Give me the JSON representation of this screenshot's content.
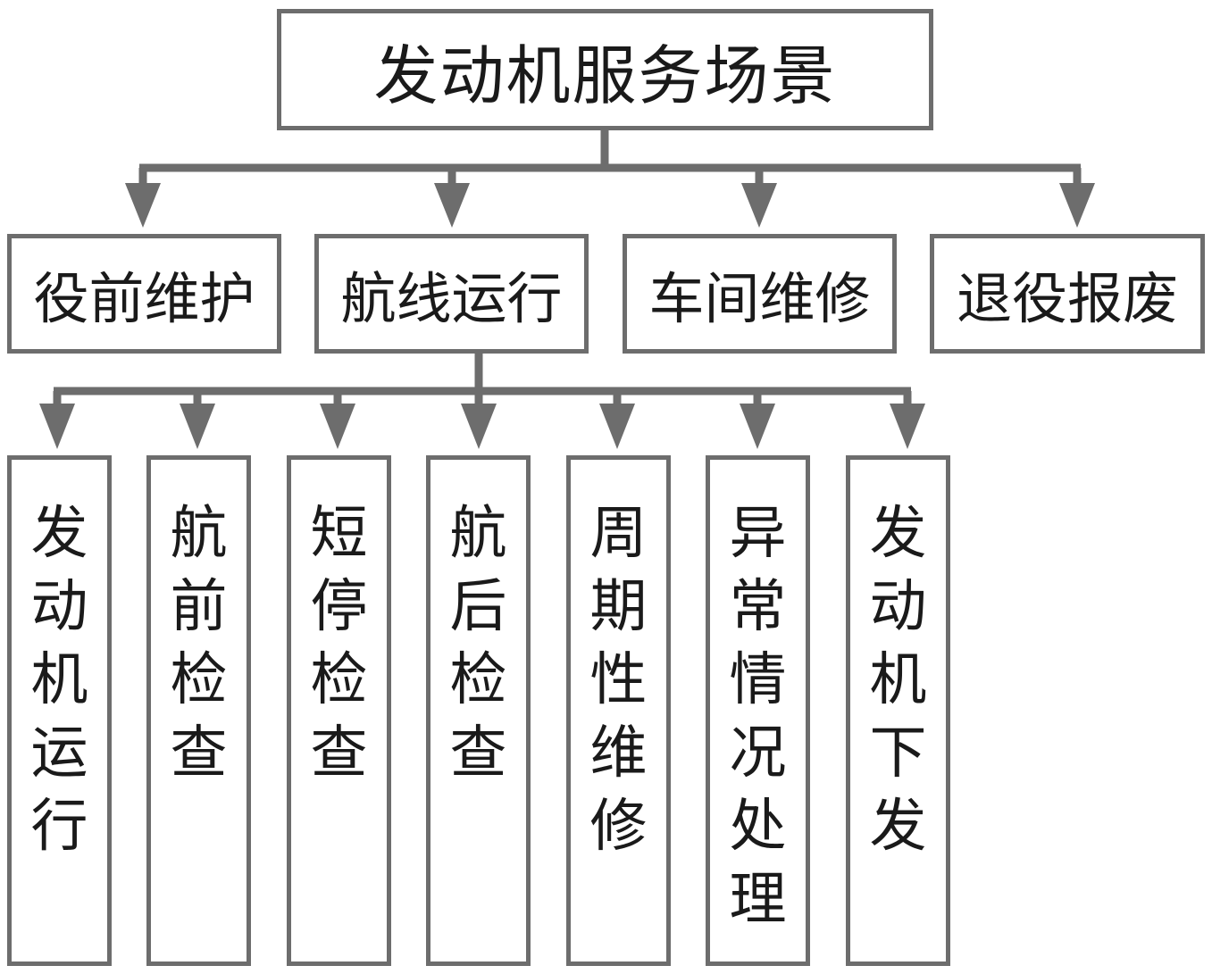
{
  "root": {
    "label": "发动机服务场景"
  },
  "level2": [
    {
      "label": "役前维护"
    },
    {
      "label": "航线运行"
    },
    {
      "label": "车间维修"
    },
    {
      "label": "退役报废"
    }
  ],
  "level3": [
    {
      "label": "发动机运行"
    },
    {
      "label": "航前检查"
    },
    {
      "label": "短停检查"
    },
    {
      "label": "航后检查"
    },
    {
      "label": "周期性维修"
    },
    {
      "label": "异常情况处理"
    },
    {
      "label": "发动机下发"
    }
  ],
  "colors": {
    "line": "#6d6d6d",
    "text": "#1a1a1a",
    "background": "#ffffff"
  }
}
